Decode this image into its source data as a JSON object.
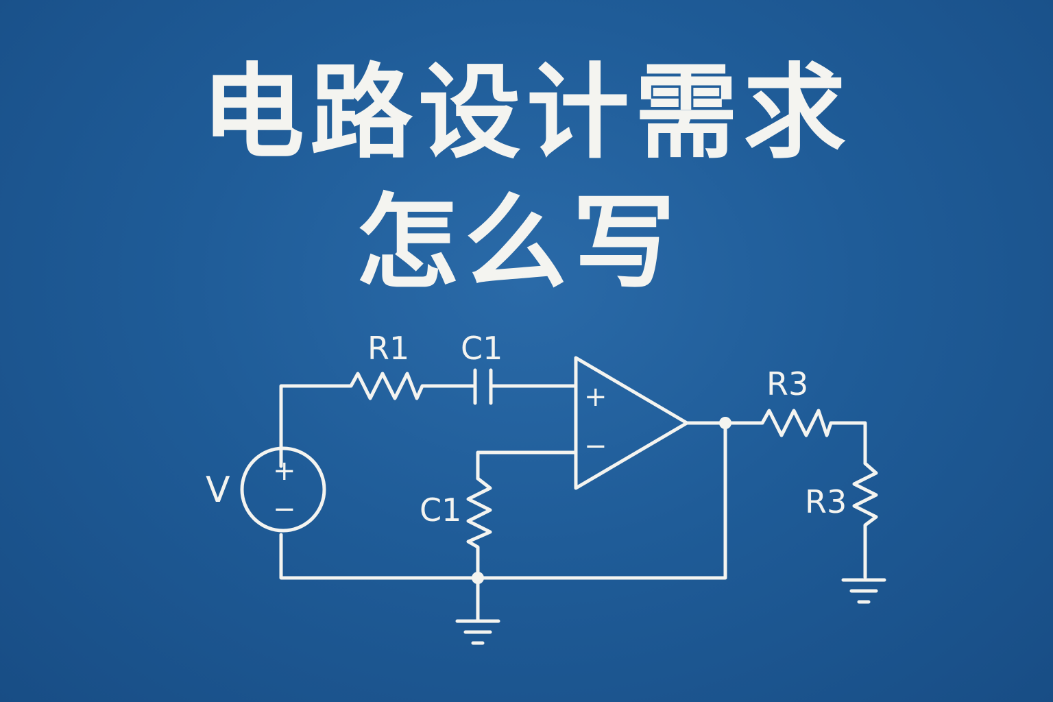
{
  "title": {
    "line1": "电路设计需求",
    "line2": "怎么写"
  },
  "circuit": {
    "source_label": "V",
    "source_plus": "+",
    "source_minus": "−",
    "resistor_r1": "R1",
    "capacitor_c1_top": "C1",
    "component_c1_left": "C1",
    "resistor_r3_top": "R3",
    "resistor_r3_right": "R3",
    "opamp_plus": "+",
    "opamp_minus": "−"
  },
  "colors": {
    "background": "#1f5c98",
    "ink": "#f4f4f0"
  }
}
